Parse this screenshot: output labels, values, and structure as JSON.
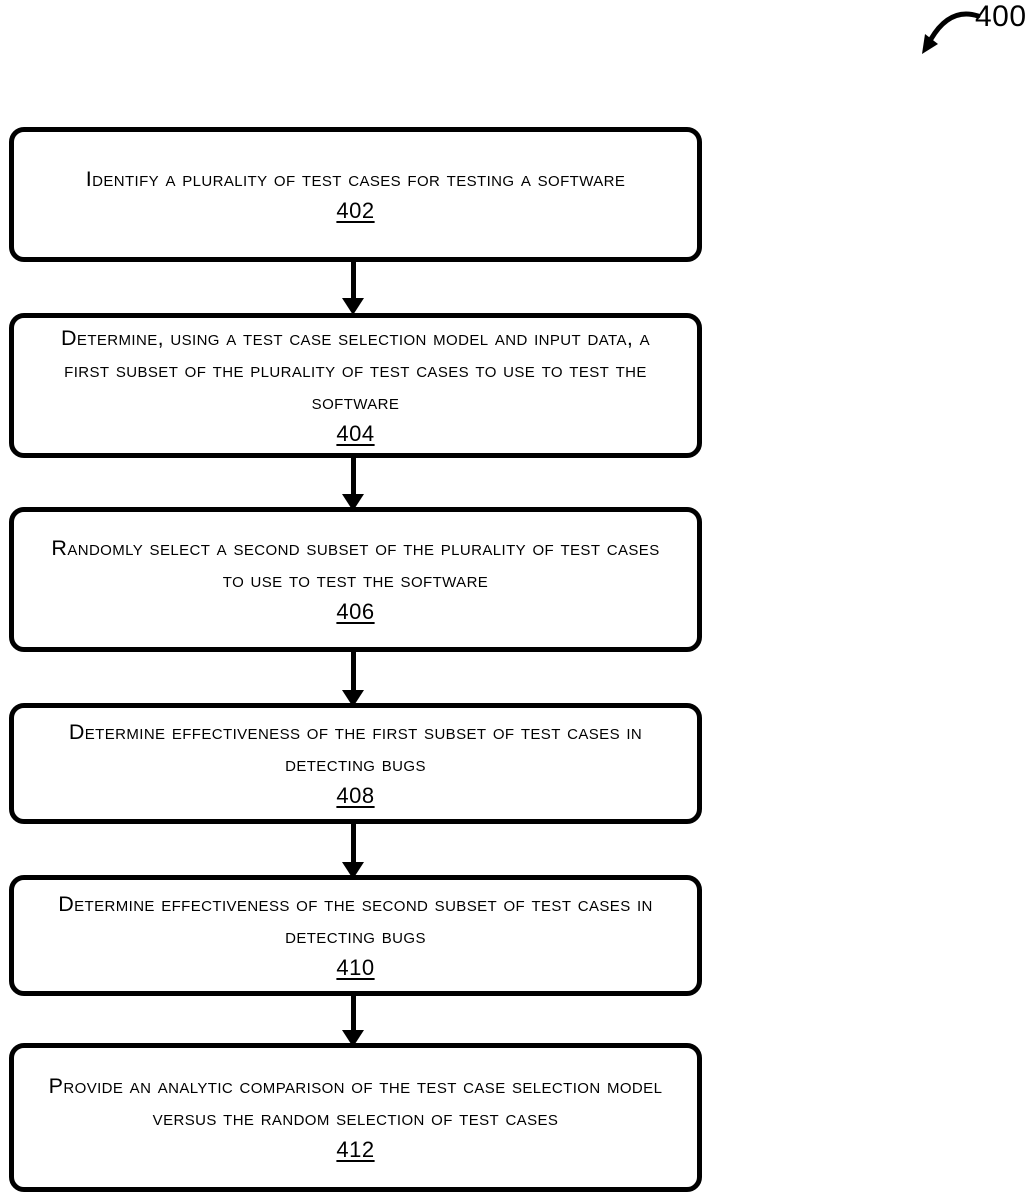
{
  "figure": {
    "label": "400"
  },
  "flowchart": {
    "colors": {
      "stroke": "#000000",
      "background": "#ffffff"
    },
    "steps": [
      {
        "text": "Identify a plurality of test cases for testing a software",
        "ref": "402"
      },
      {
        "text": "Determine, using a test case selection model and input data, a first subset of the plurality of test cases to use to test the software",
        "ref": "404"
      },
      {
        "text": "Randomly select a second subset of the plurality of test cases to use to test the software",
        "ref": "406"
      },
      {
        "text": "Determine effectiveness of the first subset of test cases in detecting bugs",
        "ref": "408"
      },
      {
        "text": "Determine effectiveness of the second subset of test cases in detecting bugs",
        "ref": "410"
      },
      {
        "text": "Provide an analytic comparison of the test case selection model versus the random selection of test cases",
        "ref": "412"
      }
    ]
  }
}
